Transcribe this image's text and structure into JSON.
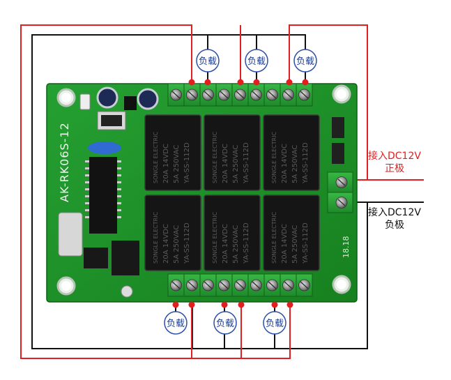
{
  "diagram": {
    "load_label": "负载",
    "board_model": "AK-RK06S-12",
    "relay_text": [
      "SONGLE ELECTRIC",
      "20A 14VDC",
      "5A 250VAC",
      "YA-SS-112D"
    ],
    "pcb_mark": "18.18",
    "positive_label_line1": "接入DC12V",
    "positive_label_line2": "正极",
    "negative_label_line1": "接入DC12V",
    "negative_label_line2": "负极",
    "colors": {
      "positive_wire": "#e02020",
      "negative_wire": "#111111",
      "pcb_green": "#1f8f2a",
      "relay_black": "#151515",
      "terminal_green": "#2aa23a",
      "load_circle_stroke": "#2b4fa8",
      "load_text": "#1e3c8c"
    }
  }
}
